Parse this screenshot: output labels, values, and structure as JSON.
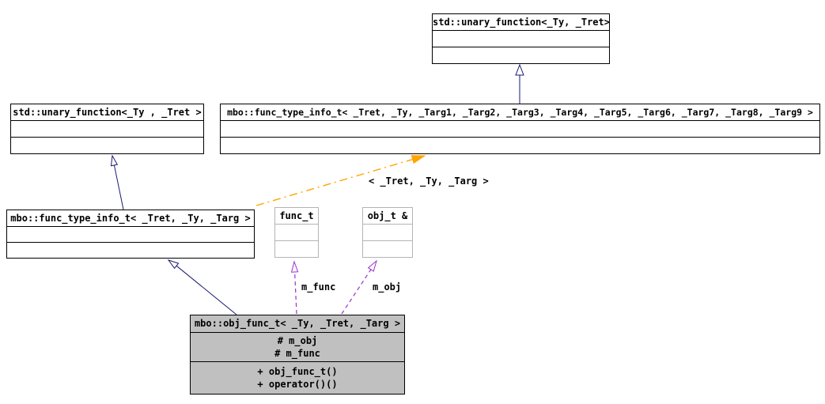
{
  "colors": {
    "inheritance_edge": "#191970",
    "template_instantiation_edge": "#ffa500",
    "usage_edge": "#9a32cd",
    "class_border": "#000000",
    "undocumented_class_border": "#b4b4b4",
    "current_class_fill": "#c0c0c0",
    "background": "#ffffff"
  },
  "classes": {
    "unary_function_top": {
      "title": "std::unary_function<_Ty, _Tret>"
    },
    "unary_function_left": {
      "title": "std::unary_function<_Ty , _Tret >"
    },
    "func_type_info_full": {
      "title": "mbo::func_type_info_t< _Tret, _Ty, _Targ1, _Targ2, _Targ3, _Targ4, _Targ5, _Targ6, _Targ7, _Targ8, _Targ9 >"
    },
    "func_type_info": {
      "title": "mbo::func_type_info_t< _Tret, _Ty, _Targ >"
    },
    "func_t": {
      "title": "func_t"
    },
    "obj_t_ref": {
      "title": "obj_t &"
    },
    "obj_func_t": {
      "title": "mbo::obj_func_t< _Ty, _Tret, _Targ >",
      "attributes": [
        "# m_obj",
        "# m_func"
      ],
      "methods": [
        "+ obj_func_t()",
        "+ operator()()"
      ]
    }
  },
  "edge_labels": {
    "template_args": "< _Tret, _Ty, _Targ >",
    "m_func": "m_func",
    "m_obj": "m_obj"
  }
}
